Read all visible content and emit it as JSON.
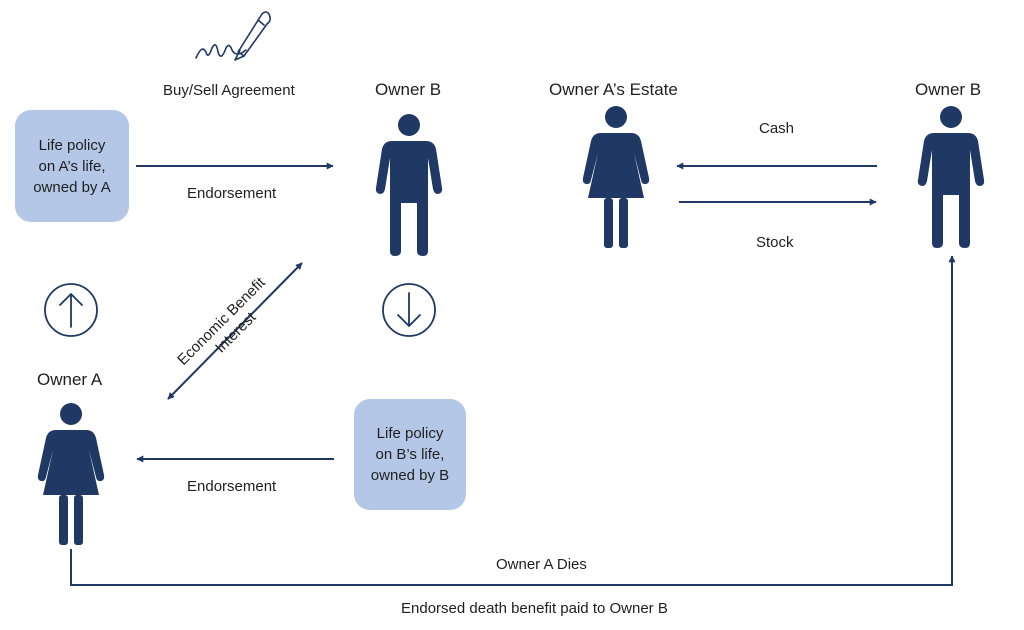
{
  "header": {
    "signature_icon": "pen-signature-icon",
    "agreement_label": "Buy/Sell Agreement"
  },
  "people": {
    "owner_b_top": "Owner B",
    "owner_a_estate": "Owner A’s Estate",
    "owner_b_right": "Owner B",
    "owner_a": "Owner A"
  },
  "policies": {
    "policy_a": [
      "Life policy",
      "on A’s life,",
      "owned by A"
    ],
    "policy_b": [
      "Life policy",
      "on B’s life,",
      "owned by B"
    ]
  },
  "arrows": {
    "endorsement_top": "Endorsement",
    "endorsement_bottom": "Endorsement",
    "economic_benefit": [
      "Economic Benefit",
      "Interest"
    ],
    "cash": "Cash",
    "stock": "Stock",
    "owner_a_dies": "Owner A Dies",
    "death_benefit": "Endorsed death benefit paid to Owner B"
  },
  "icons": {
    "up_circle": "up-arrow-circle-icon",
    "down_circle": "down-arrow-circle-icon",
    "male": "man-figure-icon",
    "female": "woman-figure-icon"
  },
  "colors": {
    "navy": "#1f3864",
    "policy_fill": "#b4c7e7"
  }
}
